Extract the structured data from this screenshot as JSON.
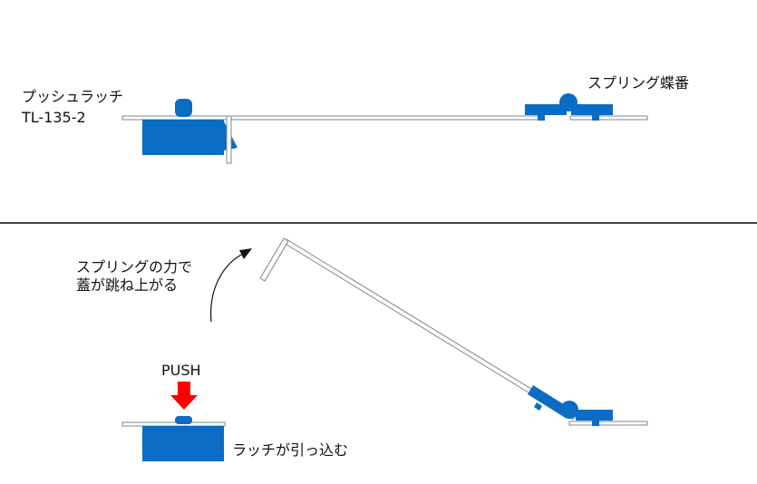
{
  "top": {
    "latch_name": "プッシュラッチ",
    "latch_model": "TL-135-2",
    "hinge_label": "スプリング蝶番"
  },
  "bottom": {
    "spring_caption_line1": "スプリングの力で",
    "spring_caption_line2": "蓋が跳ね上がる",
    "push_label": "PUSH",
    "latch_caption": "ラッチが引っ込む"
  },
  "colors": {
    "mechanism_blue": "#0a6cc4",
    "push_arrow_red": "#ff0000",
    "panel_stroke": "#7a8794",
    "divider": "#000000"
  }
}
